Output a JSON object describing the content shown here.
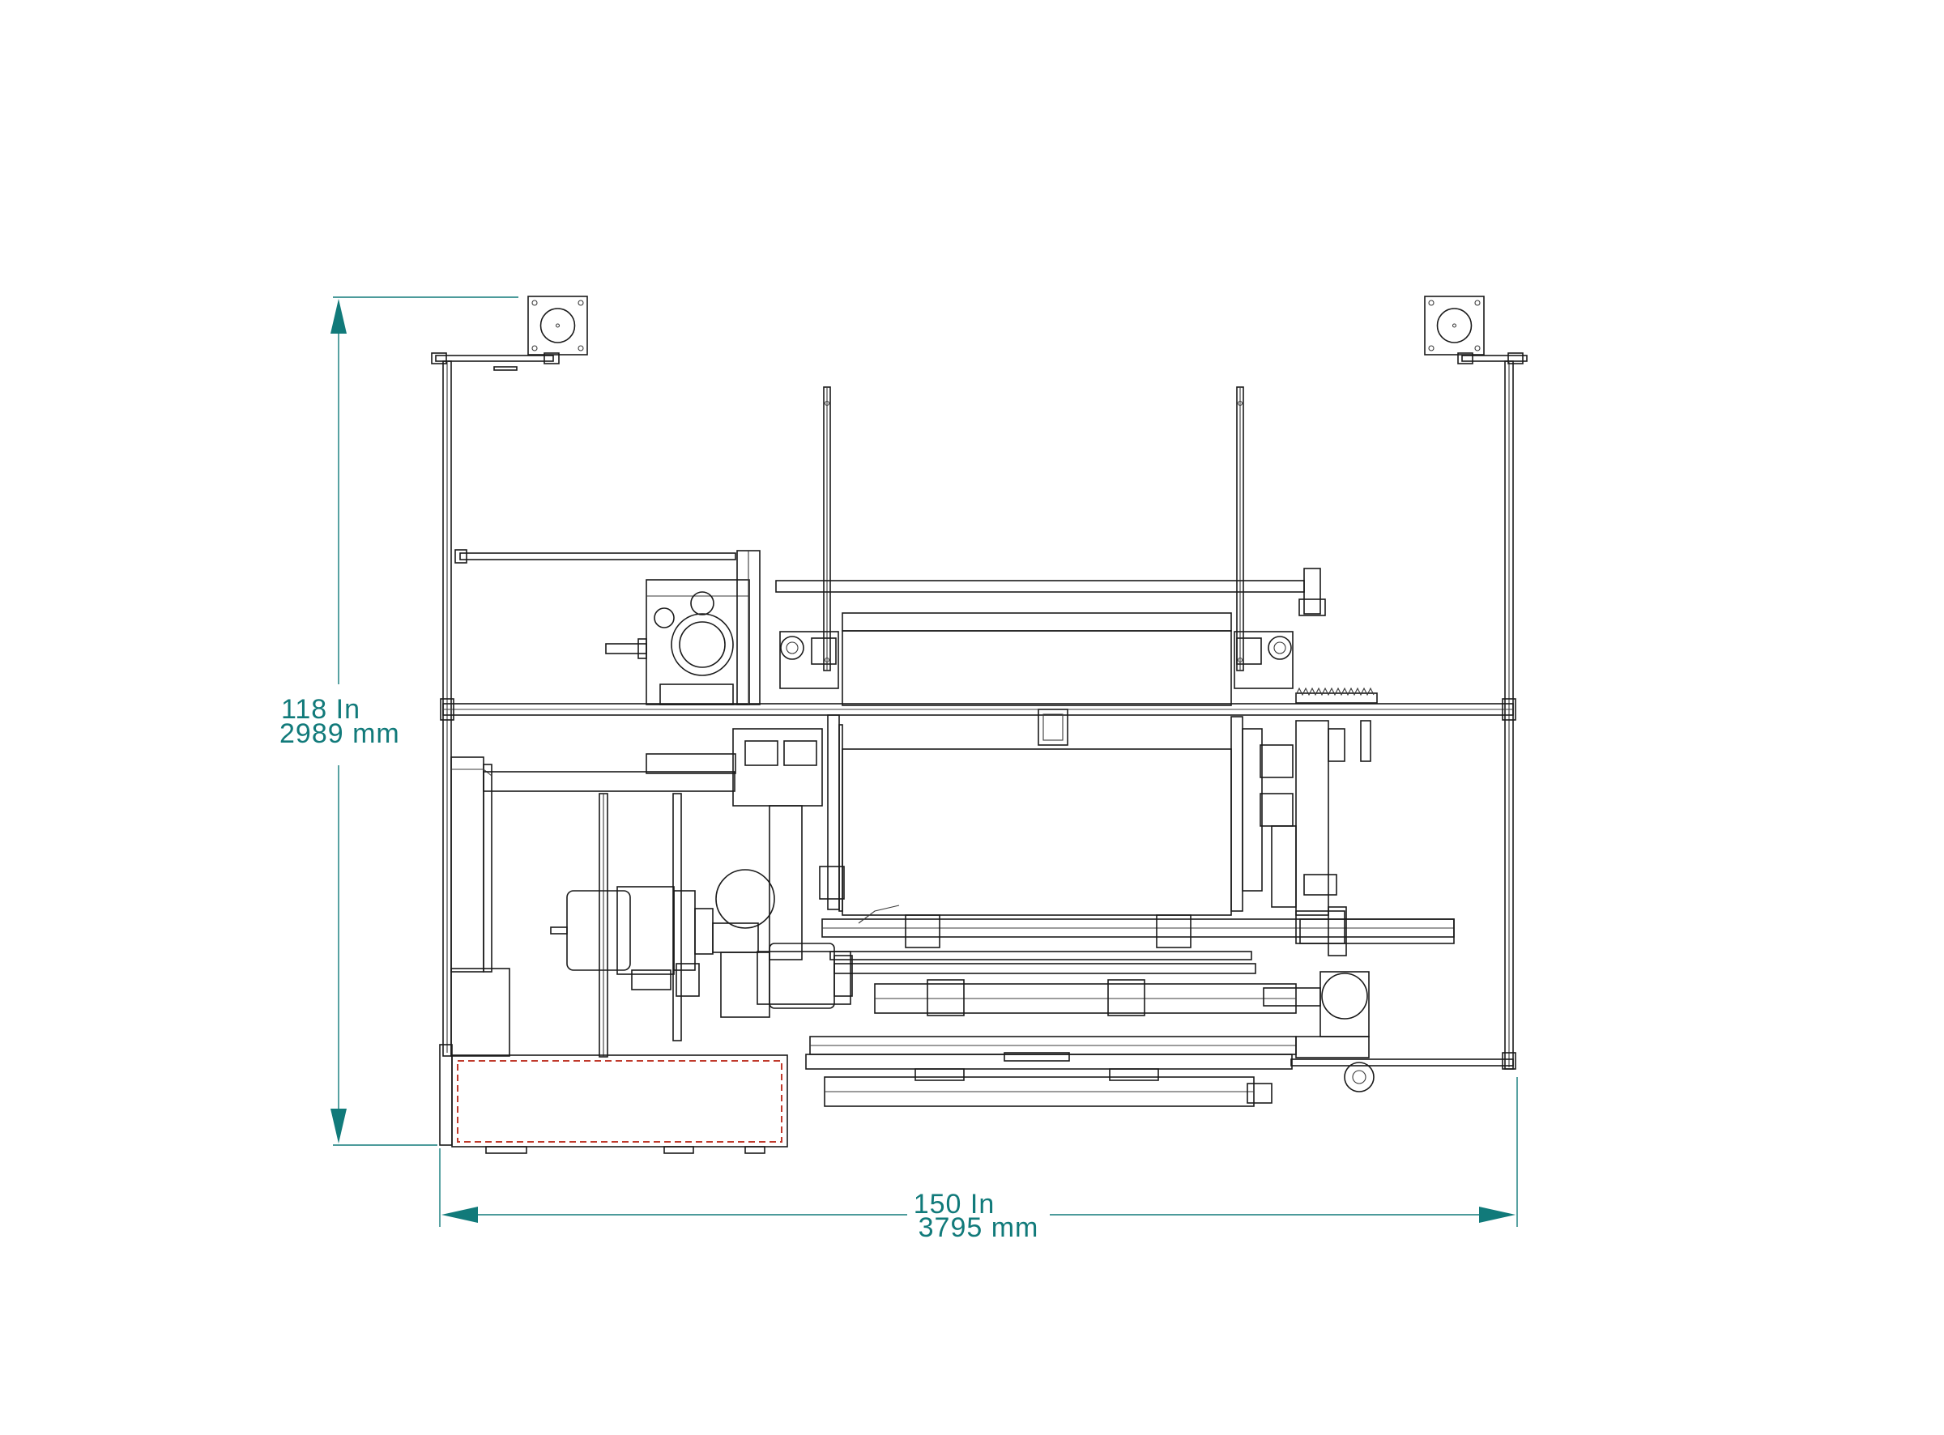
{
  "dimensions": {
    "height": {
      "imperial": "118 In",
      "metric": "2989 mm"
    },
    "width": {
      "imperial": "150 In",
      "metric": "3795 mm"
    }
  },
  "colors": {
    "dimension": "#117a7a",
    "linework": "#1a1a1a",
    "guard_outline": "#c0392b"
  }
}
